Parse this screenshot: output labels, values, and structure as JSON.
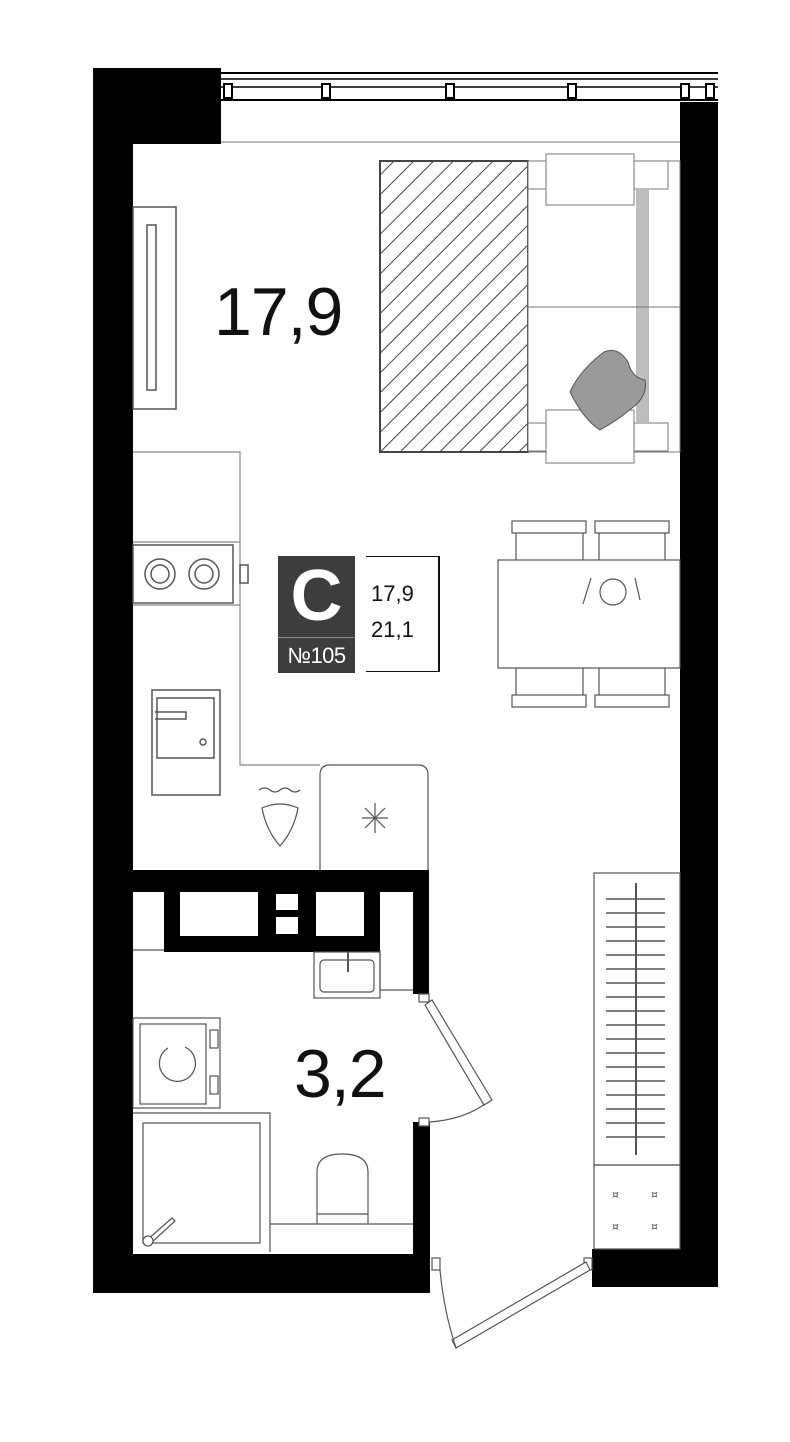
{
  "rooms": {
    "main_area": "17,9",
    "bathroom_area": "3,2"
  },
  "badge": {
    "type_letter": "С",
    "number": "№105",
    "living_area": "17,9",
    "total_area": "21,1"
  },
  "colors": {
    "wall": "#000000",
    "badge_bg": "#3d3d3d",
    "line": "#6e6e6e",
    "sofa_back": "#bdbdbd",
    "pillow": "#9a9a9a"
  },
  "icons": [
    "window-icon",
    "bed-icon",
    "pillow-icon",
    "tv-icon",
    "stove-icon",
    "sink-icon",
    "fridge-icon",
    "dining-table-icon",
    "chair-icon",
    "washing-machine-icon",
    "shower-icon",
    "toilet-icon",
    "radiator-icon",
    "door-icon"
  ]
}
